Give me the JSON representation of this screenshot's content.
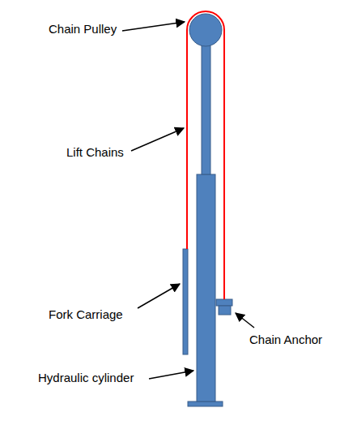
{
  "diagram": {
    "labels": [
      "Chain Pulley",
      "Lift Chains",
      "Fork Carriage",
      "Chain Anchor",
      "Hydraulic cylinder"
    ]
  }
}
